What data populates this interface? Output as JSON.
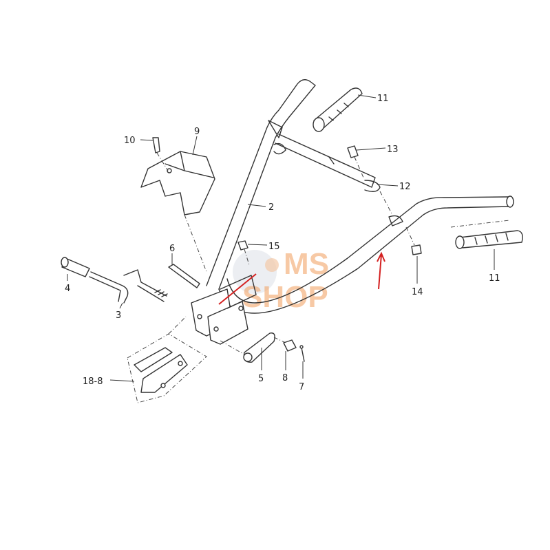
{
  "watermark": {
    "line1": "MS",
    "line2": "SHOP"
  },
  "colors": {
    "line": "#333333",
    "highlight": "#d42020",
    "watermark": "#f2a66b"
  },
  "callouts": {
    "grip_top": "11",
    "bolt_13": "13",
    "stay_12": "12",
    "bolt_10": "10",
    "cover_9": "9",
    "handle_2": "2",
    "bolt_6": "6",
    "bolt_15": "15",
    "knob_4": "4",
    "rod_3": "3",
    "nut_14": "14",
    "grip_right": "11",
    "pin_5": "5",
    "nut_8": "8",
    "pin_7": "7",
    "assy_18": "18-8"
  }
}
